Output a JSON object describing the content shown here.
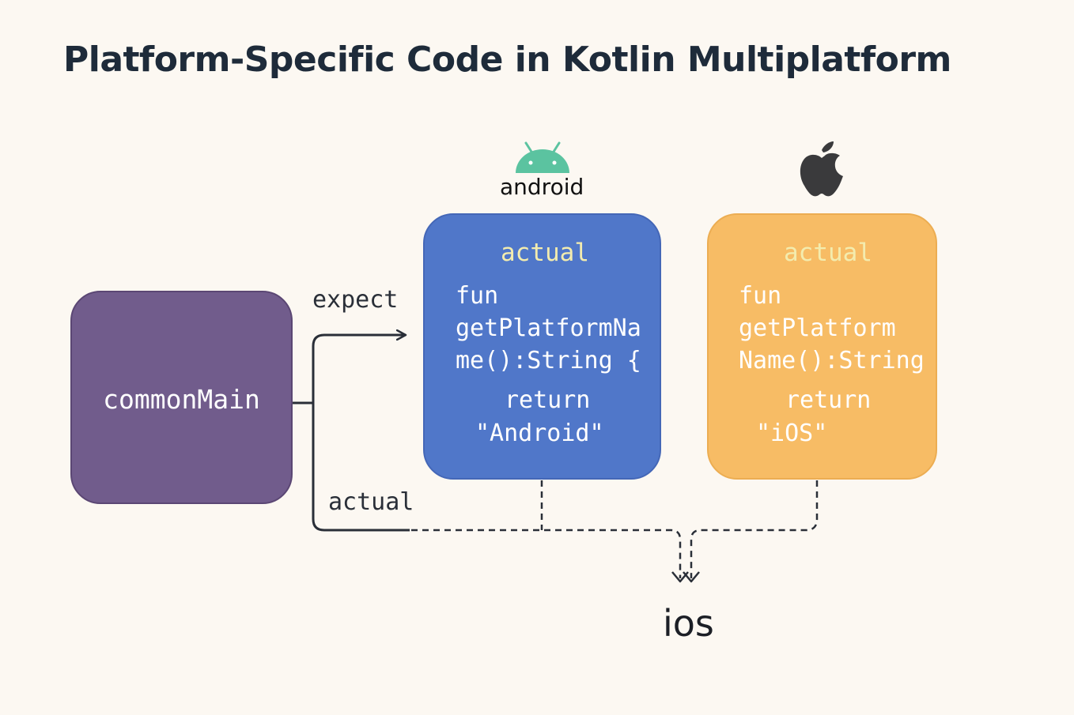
{
  "title": "Platform-Specific Code in Kotlin Multiplatform",
  "common": {
    "label": "commonMain"
  },
  "edges": {
    "expect_label": "expect",
    "actual_label": "actual"
  },
  "android": {
    "logo_text": "android",
    "keyword": "actual",
    "code_lines": [
      "fun",
      "getPlatformNa",
      "me():String {"
    ],
    "return_line": "return",
    "value_line": "\"Android\"",
    "logo_color": "#5bc3a0"
  },
  "ios": {
    "keyword": "actual",
    "code_lines": [
      "fun",
      "getPlatform",
      "Name():String"
    ],
    "return_line": "return",
    "value_line": "\"iOS\""
  },
  "bottom_label": "ios",
  "colors": {
    "background": "#fcf8f2",
    "common_box": "#715c8c",
    "android_box": "#5077c9",
    "ios_box": "#f7bc65",
    "keyword": "#f3ecae",
    "line": "#2a2f38"
  },
  "icons": {
    "android": "android-robot-icon",
    "apple": "apple-logo-icon"
  }
}
